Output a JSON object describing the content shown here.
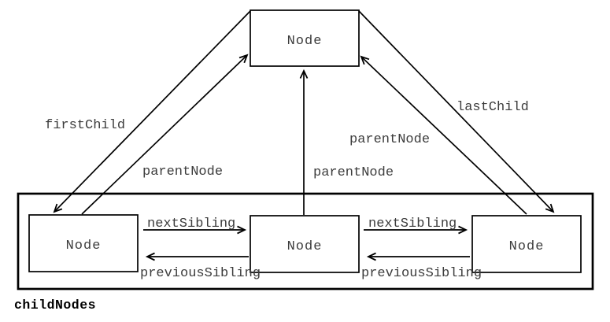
{
  "diagram": {
    "nodes": {
      "parent": {
        "label": "Node"
      },
      "child_left": {
        "label": "Node"
      },
      "child_middle": {
        "label": "Node"
      },
      "child_right": {
        "label": "Node"
      }
    },
    "edges": {
      "first_child": "firstChild",
      "last_child": "lastChild",
      "parent_node_from_left": "parentNode",
      "parent_node_from_middle": "parentNode",
      "parent_node_from_right": "parentNode",
      "next_sibling_left_pair": "nextSibling",
      "next_sibling_right_pair": "nextSibling",
      "previous_sibling_left_pair": "previousSibling",
      "previous_sibling_right_pair": "previousSibling"
    },
    "container_label": "childNodes",
    "colors": {
      "line": "#000000",
      "label_text": "#3c3c3c",
      "background": "#ffffff"
    }
  }
}
